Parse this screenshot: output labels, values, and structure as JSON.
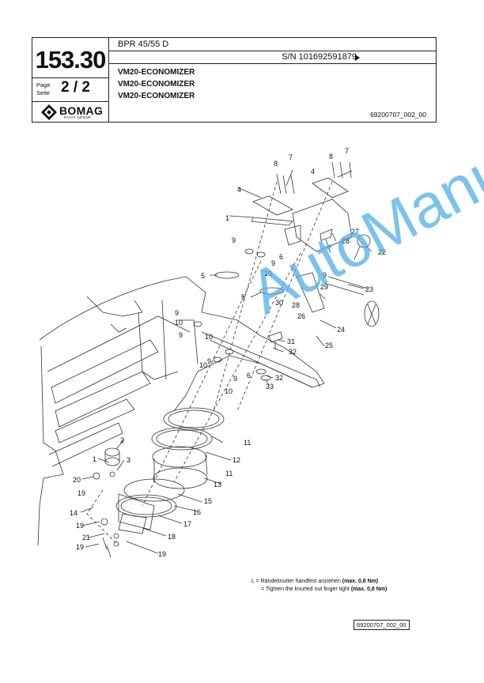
{
  "header": {
    "group_number": "153.30",
    "page_label_1": "Page",
    "page_label_2": "Seite",
    "page": "2 / 2",
    "model": "BPR 45/55 D",
    "serial": "S/N 101692591879",
    "titles": [
      "VM20-ECONOMIZER",
      "VM20-ECONOMIZER",
      "VM20-ECONOMIZER"
    ],
    "doc_number": "69200707_002_00",
    "brand": "BOMAG",
    "brand_sub": "FAYAT GROUP"
  },
  "watermark": "AutoManual",
  "callouts": [
    "8",
    "7",
    "8",
    "7",
    "4",
    "4",
    "1",
    "27",
    "28",
    "9",
    "22",
    "6",
    "9",
    "5",
    "10",
    "9",
    "29",
    "23",
    "5",
    "30",
    "28",
    "26",
    "9",
    "24",
    "10",
    "9",
    "25",
    "10",
    "31",
    "32",
    "10",
    "9",
    "6",
    "9",
    "32",
    "10",
    "33",
    "11",
    "2",
    "12",
    "1",
    "3",
    "11",
    "20",
    "13",
    "19",
    "15",
    "14",
    "16",
    "17",
    "19",
    "21",
    "18",
    "19",
    "19"
  ],
  "note": {
    "line1_prefix": "L = Rändelmutter handfest anziehen ",
    "line1_bold": "(max. 0,8 Nm)",
    "line2_prefix": "= Tighten the knurled nut finger tight ",
    "line2_bold": "(max. 0,8 Nm)"
  },
  "footer_doc_number": "69200707_002_00"
}
